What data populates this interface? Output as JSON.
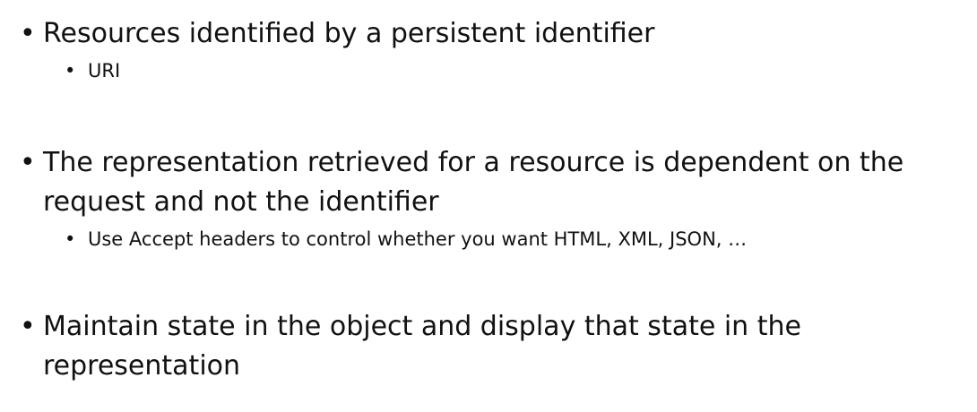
{
  "slide": {
    "bullets": [
      {
        "text": "Resources identified by a persistent identifier",
        "sub": "URI"
      },
      {
        "text": "The representation retrieved for a resource is dependent on the request and not the identifier",
        "sub": "Use Accept headers to control whether you want HTML, XML, JSON, …"
      },
      {
        "text": "Maintain state in the object and display that state in the representation"
      }
    ],
    "bullet_glyph": "•"
  }
}
